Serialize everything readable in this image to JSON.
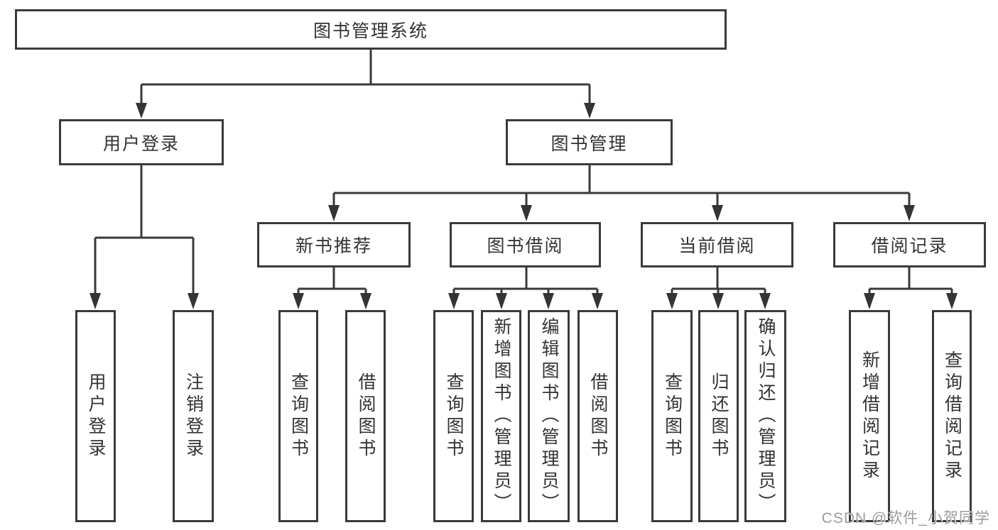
{
  "tree": {
    "root": {
      "label": "图书管理系统"
    },
    "level2": [
      {
        "label": "用户登录",
        "children": [
          {
            "label": "用户登录"
          },
          {
            "label": "注销登录"
          }
        ]
      },
      {
        "label": "图书管理",
        "children": [
          {
            "label": "新书推荐",
            "children": [
              {
                "label": "查询图书"
              },
              {
                "label": "借阅图书"
              }
            ]
          },
          {
            "label": "图书借阅",
            "children": [
              {
                "label": "查询图书"
              },
              {
                "label": "新增图书（管理员）"
              },
              {
                "label": "编辑图书（管理员）"
              },
              {
                "label": "借阅图书"
              }
            ]
          },
          {
            "label": "当前借阅",
            "children": [
              {
                "label": "查询图书"
              },
              {
                "label": "归还图书"
              },
              {
                "label": "确认归还（管理员）"
              }
            ]
          },
          {
            "label": "借阅记录",
            "children": [
              {
                "label": "新增借阅记录"
              },
              {
                "label": "查询借阅记录"
              }
            ]
          }
        ]
      }
    ]
  },
  "watermark": {
    "text": "CSDN @软件_小贺同学"
  },
  "colors": {
    "line": "#3a3a3a",
    "box_border": "#3a3a3a",
    "text": "#333333",
    "watermark": "#9c9c9c",
    "background": "#ffffff"
  }
}
